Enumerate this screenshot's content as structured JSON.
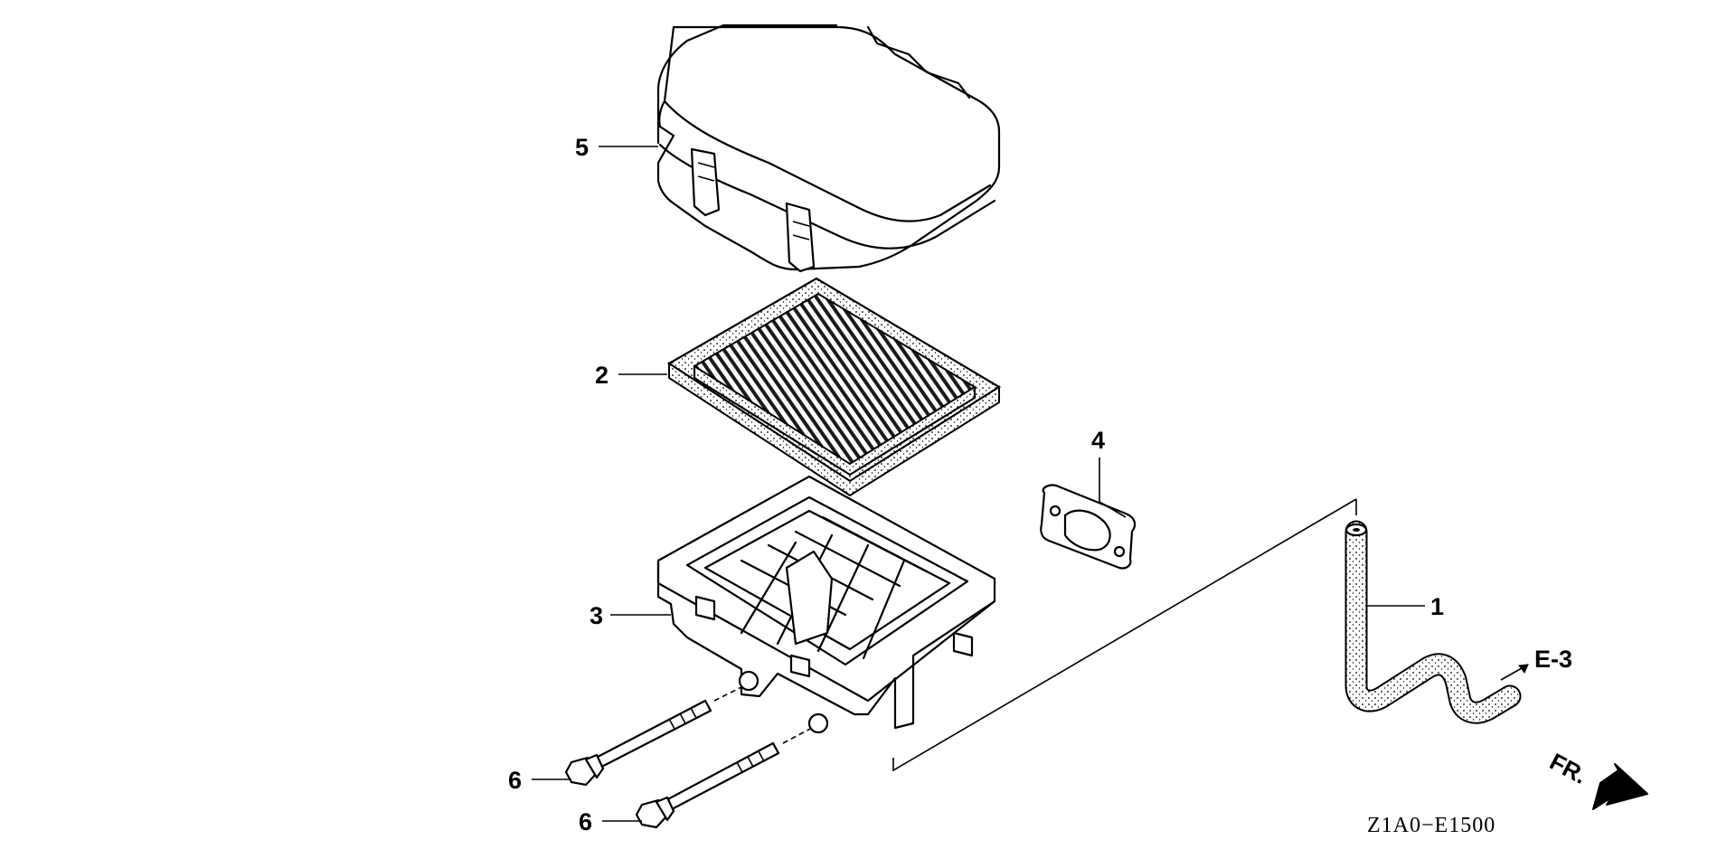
{
  "diagram": {
    "callouts": {
      "hose": "1",
      "filter_element": "2",
      "case": "3",
      "gasket": "4",
      "cover": "5",
      "bolt_upper": "6",
      "bolt_lower": "6"
    },
    "reference": "E-3",
    "front_label": "FR.",
    "diagram_code": "Z1A0−E1500"
  }
}
